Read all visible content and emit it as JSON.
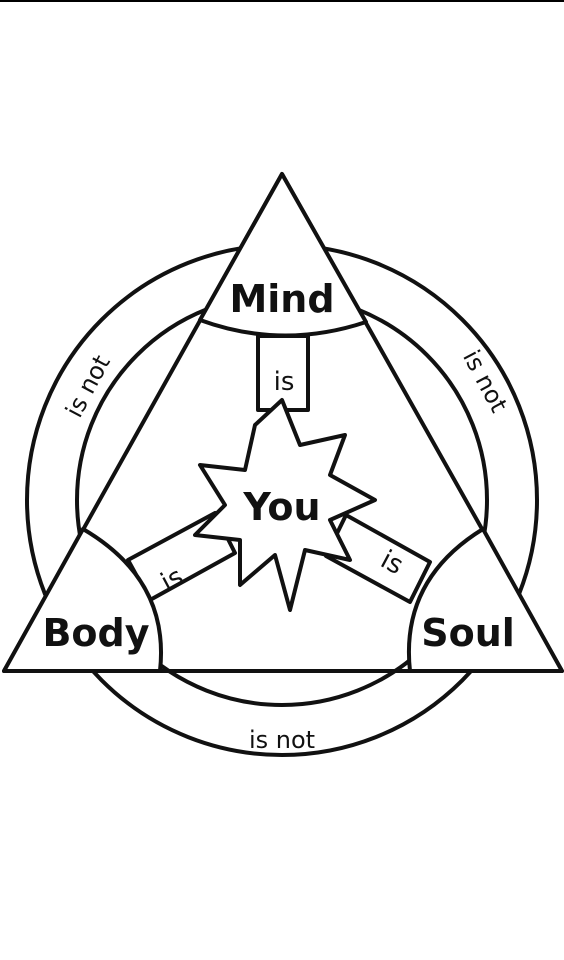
{
  "diagram": {
    "nodes": {
      "center": "You",
      "top": "Mind",
      "left": "Body",
      "right": "Soul"
    },
    "edges": {
      "is_top": "is",
      "is_left": "is",
      "is_right": "is"
    },
    "ring_labels": {
      "left": "is not",
      "right": "is not",
      "bottom": "is not"
    }
  }
}
